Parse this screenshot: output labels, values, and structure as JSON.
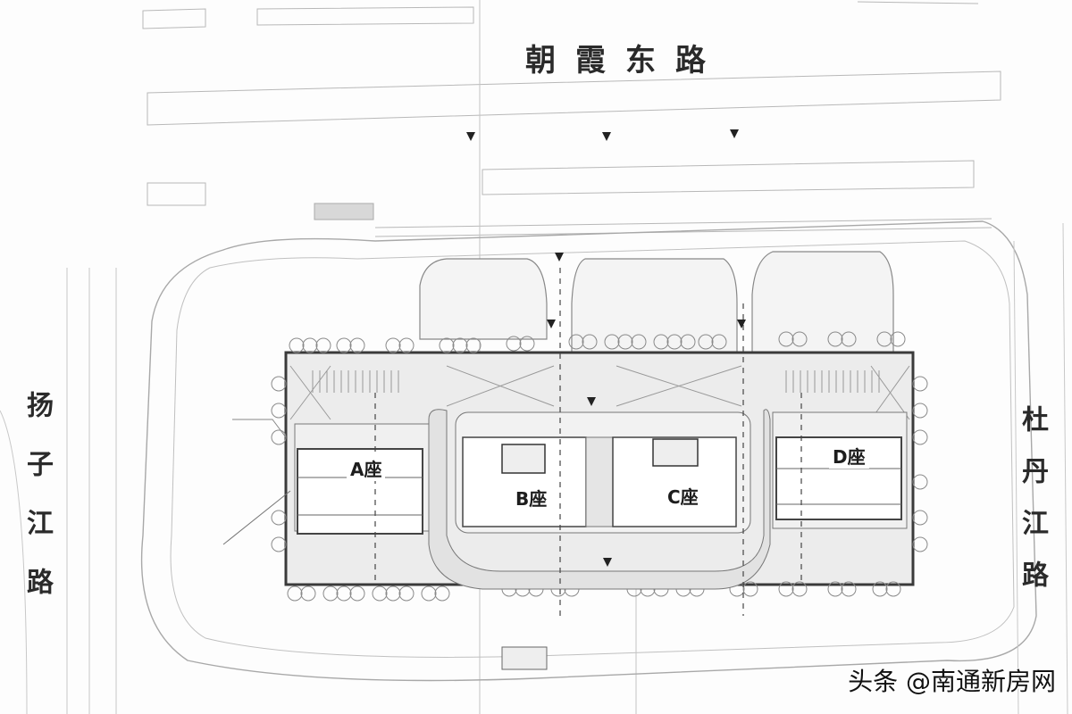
{
  "drawing": {
    "type": "site-plan",
    "roads": {
      "north": "朝霞东路",
      "west": "扬子江路",
      "east": "杜丹江路"
    },
    "buildings": [
      {
        "id": "A",
        "label": "A座"
      },
      {
        "id": "B",
        "label": "B座"
      },
      {
        "id": "C",
        "label": "C座"
      },
      {
        "id": "D",
        "label": "D座"
      }
    ],
    "colors": {
      "background": "#fdfdfd",
      "line": "#9a9a9a",
      "outline": "#555555",
      "fill": "#e6e6e6",
      "text": "#1d1d1d"
    }
  },
  "watermark": "头条 @南通新房网"
}
